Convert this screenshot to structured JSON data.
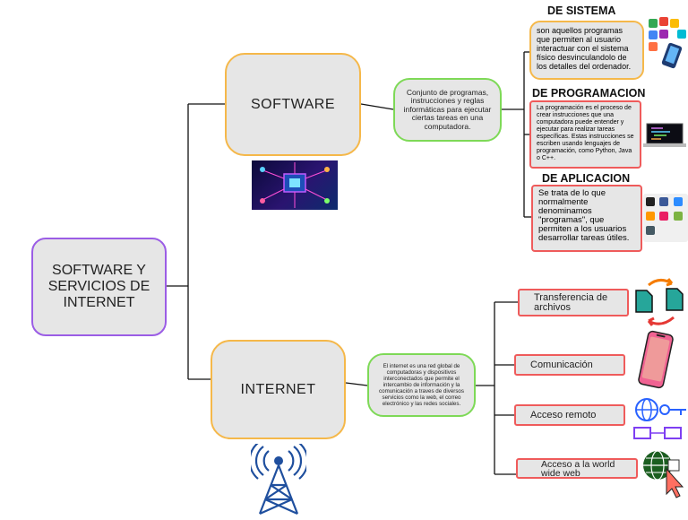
{
  "root": {
    "label": "SOFTWARE Y SERVICIOS DE INTERNET"
  },
  "software": {
    "label": "SOFTWARE",
    "description": "Conjunto de programas, instrucciones y reglas informáticas para ejecutar ciertas tareas en una computadora.",
    "children": {
      "sistema": {
        "title": "DE SISTEMA",
        "text": "son aquellos programas que permiten al usuario interactuar con el sistema físico desvinculandolo de los detalles del ordenador."
      },
      "programacion": {
        "title": "DE PROGRAMACION",
        "text": "La programación es el proceso de crear instrucciones que una computadora puede entender y ejecutar para realizar tareas específicas. Estas instrucciones se escriben usando lenguajes de programación, como Python, Java o C++."
      },
      "aplicacion": {
        "title": "DE APLICACION",
        "text": "Se trata de lo que normalmente denominamos \"programas\", que permiten a los usuarios desarrollar tareas útiles."
      }
    }
  },
  "internet": {
    "label": "INTERNET",
    "description": "El internet es una red global de computadoras y dispositivos interconectados que permite el intercambio de información y la comunicación a traves de diversos servicios como la web, el correo electrónico y las redes sociales.",
    "services": [
      {
        "label": "Transferencia de archivos"
      },
      {
        "label": "Comunicación"
      },
      {
        "label": "Acceso remoto"
      },
      {
        "label": "Acceso a la world wide web"
      }
    ]
  },
  "colors": {
    "root_border": "#9b5de5",
    "main_border": "#f5b84a",
    "desc_border": "#7ed957",
    "leaf_border": "#ef5b5b",
    "node_fill": "#e6e6e6"
  },
  "icons": [
    "app-icons-cluster",
    "circuit-chip-image",
    "laptop-code-icon",
    "phone-apps-icon",
    "file-transfer-icon",
    "smartphone-icon",
    "remote-access-icon",
    "world-wide-web-icon",
    "antenna-tower-icon"
  ]
}
